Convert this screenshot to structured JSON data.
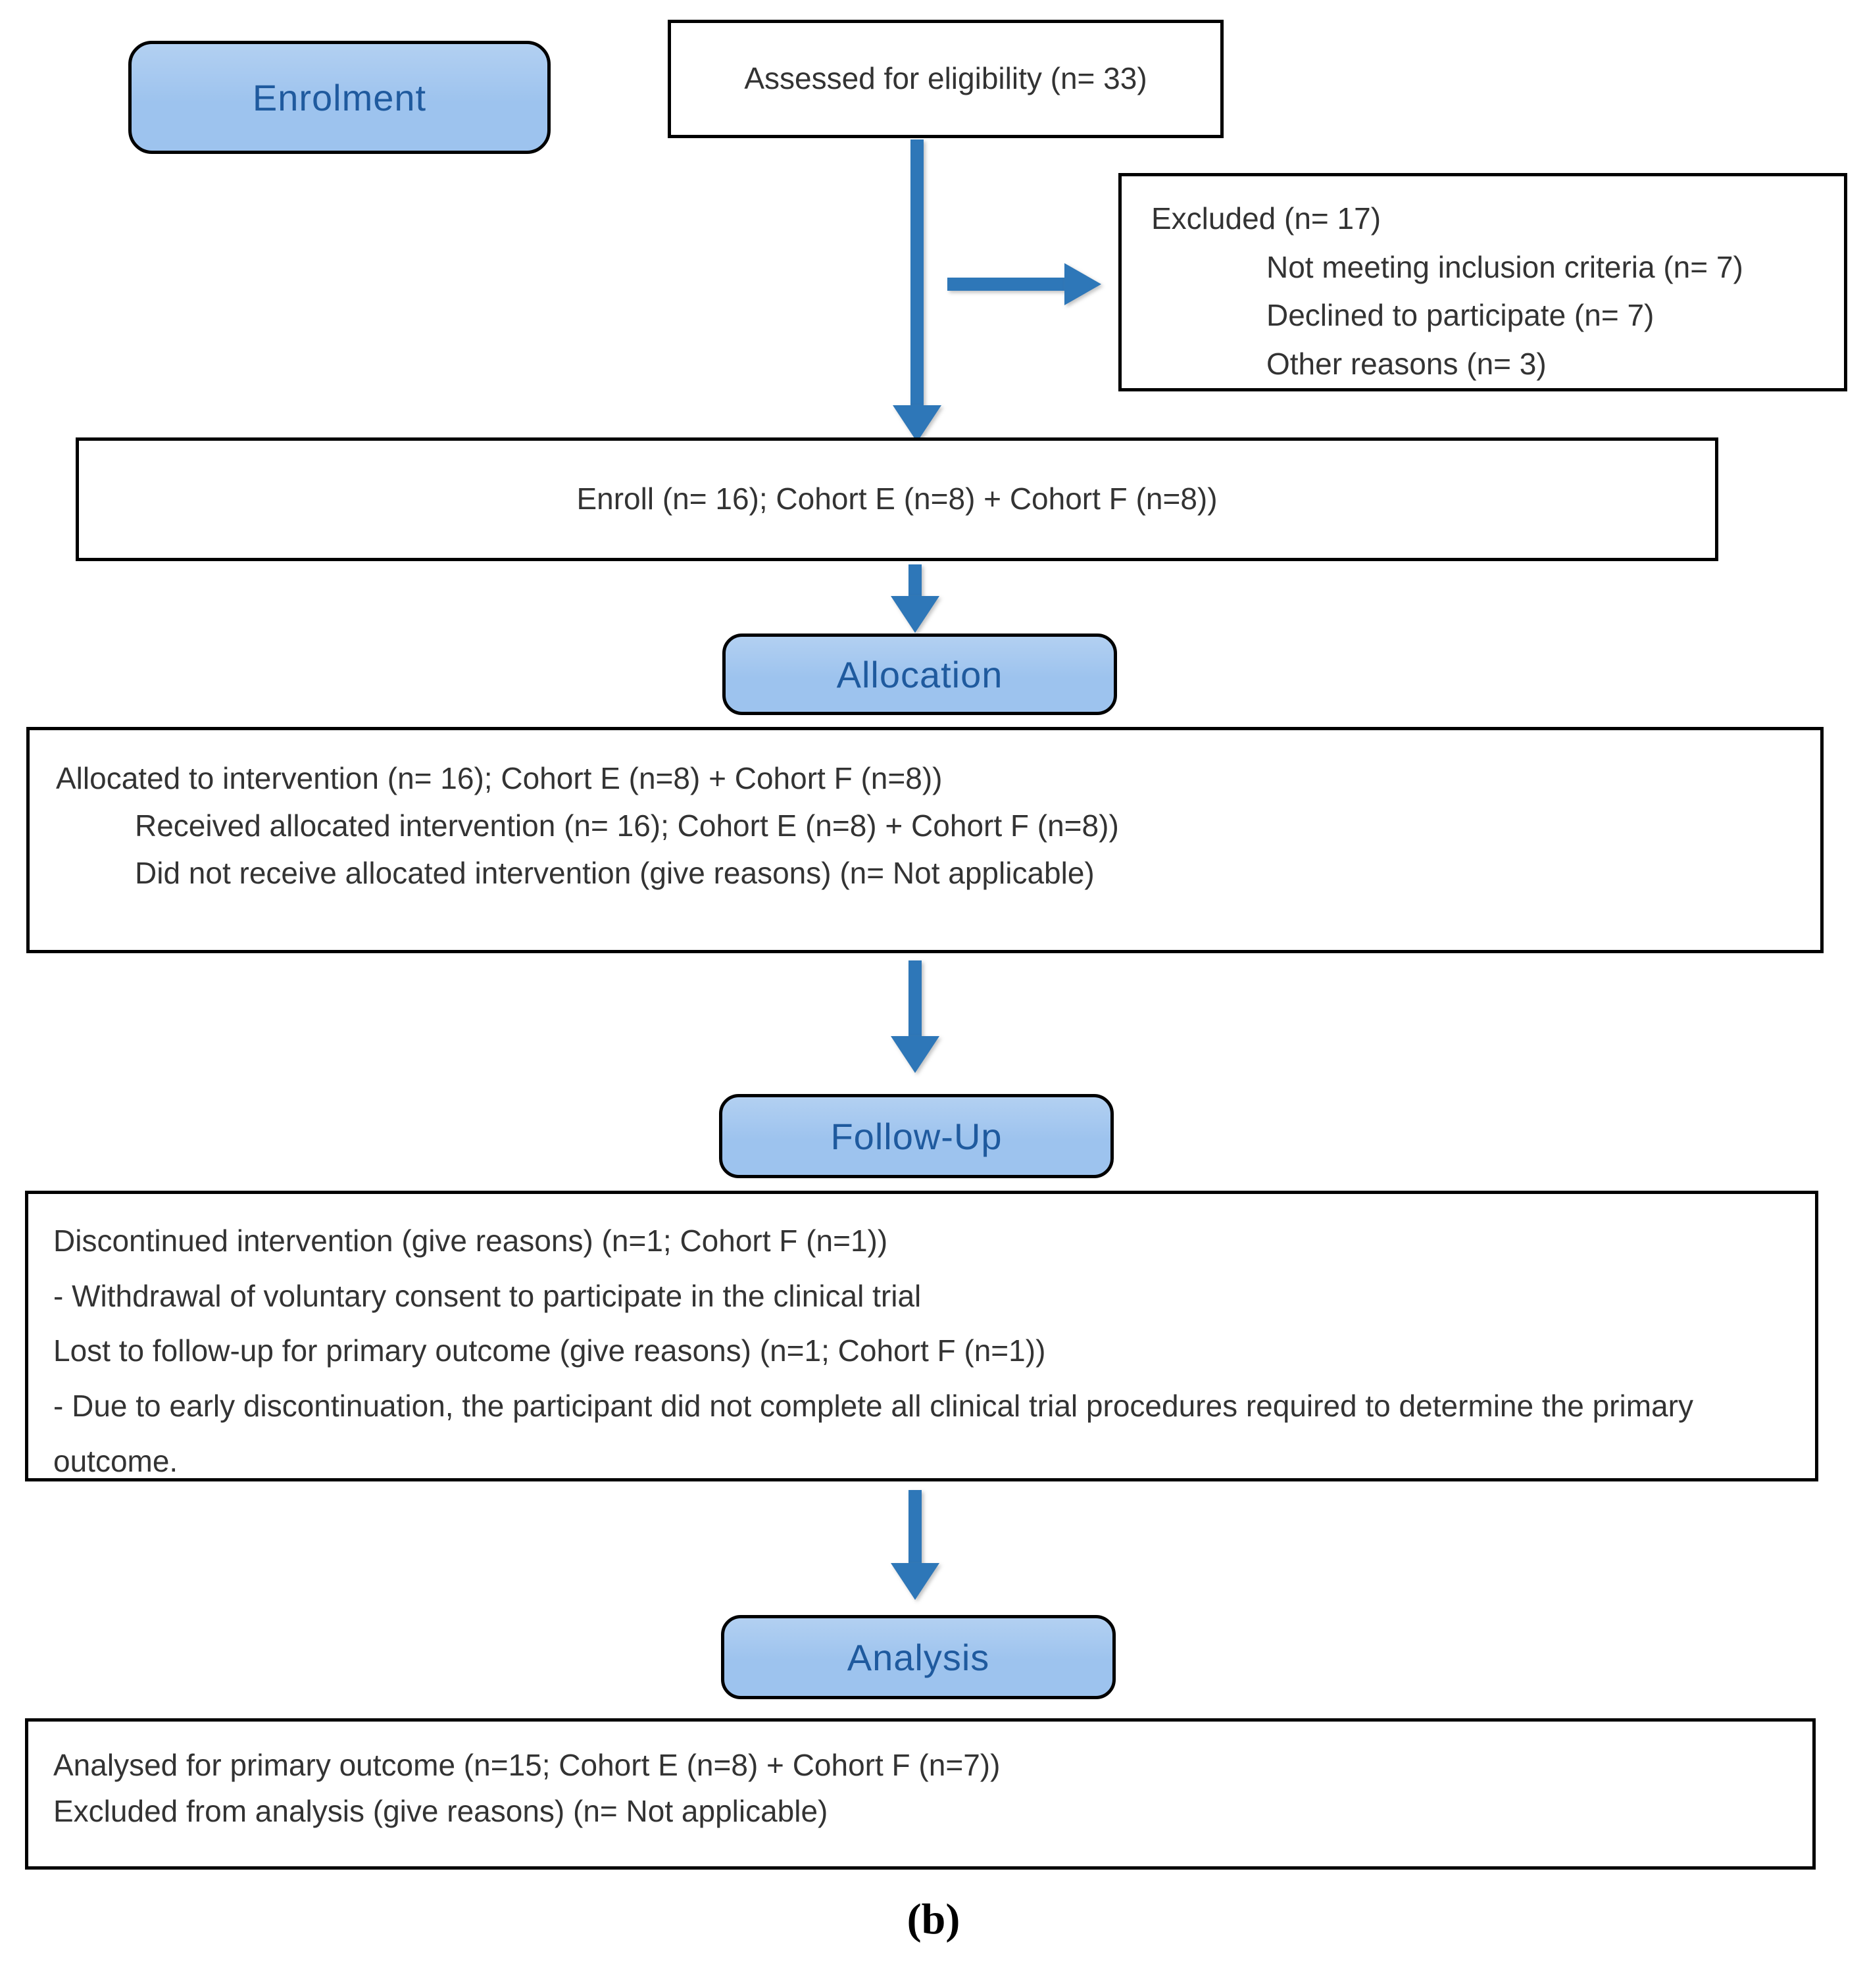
{
  "diagram": {
    "figure_label": "(b)",
    "colors": {
      "arrow": "#2e77b8",
      "stage_fill": "#9dc3ee",
      "stage_text": "#1f5a9e",
      "box_border": "#000000",
      "body_text": "#333333"
    },
    "stages": {
      "enrolment_label": "Enrolment",
      "allocation_label": "Allocation",
      "followup_label": "Follow-Up",
      "analysis_label": "Analysis"
    },
    "boxes": {
      "assessed": {
        "text": "Assessed for eligibility (n= 33)"
      },
      "excluded": {
        "title": "Excluded (n= 17)",
        "items": [
          "Not meeting inclusion criteria (n= 7)",
          "Declined to participate (n= 7)",
          "Other reasons (n= 3)"
        ]
      },
      "enroll": {
        "text": "Enroll (n= 16); Cohort E (n=8) + Cohort F (n=8))"
      },
      "allocated": {
        "title": "Allocated to intervention (n= 16); Cohort E (n=8) + Cohort F (n=8))",
        "items": [
          "Received allocated intervention (n= 16); Cohort E (n=8) + Cohort F (n=8))",
          "Did not receive allocated intervention (give reasons) (n= Not applicable)"
        ]
      },
      "followup": {
        "lines": [
          "Discontinued intervention (give reasons) (n=1; Cohort F (n=1))",
          "- Withdrawal of voluntary consent to participate in the clinical trial",
          "Lost to follow-up for primary outcome (give reasons) (n=1; Cohort F (n=1))",
          "- Due to early discontinuation, the participant did not complete all clinical trial procedures required to determine the primary outcome."
        ]
      },
      "analysed": {
        "lines": [
          "Analysed for primary outcome (n=15; Cohort E (n=8) + Cohort F (n=7))",
          "Excluded from analysis (give reasons) (n= Not applicable)"
        ]
      }
    }
  }
}
